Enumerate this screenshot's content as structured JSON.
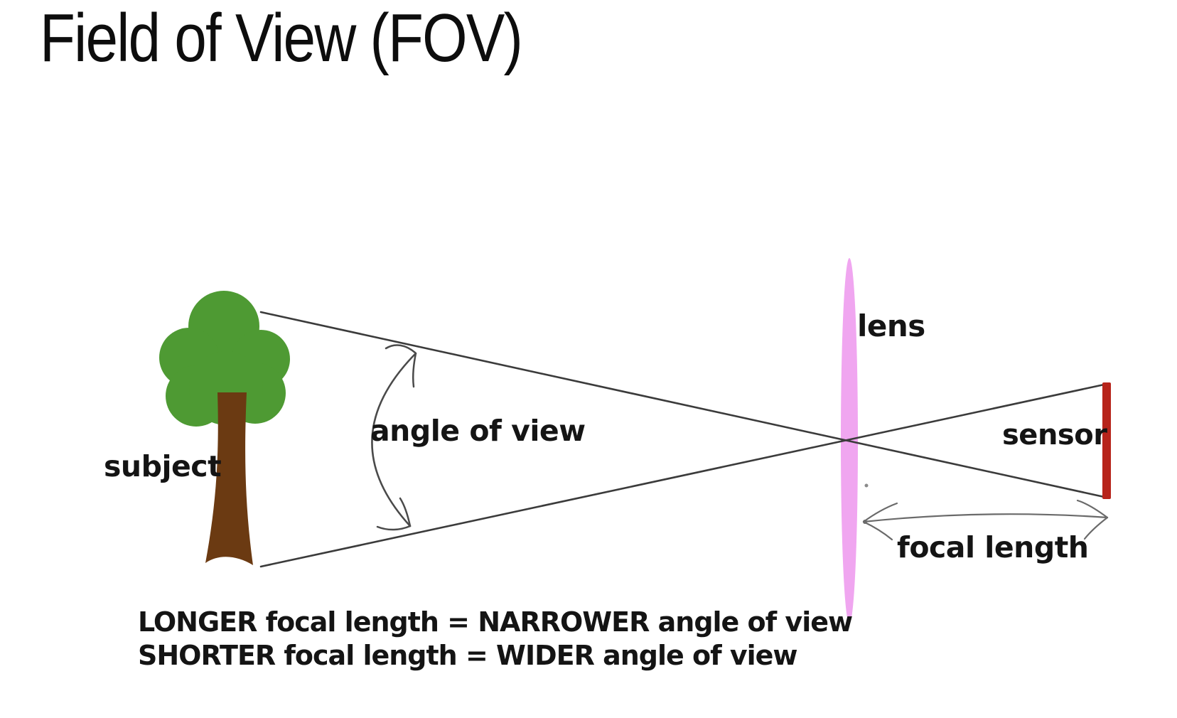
{
  "title": "Field of View (FOV)",
  "diagram": {
    "labels": {
      "subject": "subject",
      "angle_of_view": "angle of view",
      "lens": "lens",
      "sensor": "sensor",
      "focal_length": "focal length"
    },
    "captions": {
      "line1": "LONGER focal length = NARROWER angle of view",
      "line2": "SHORTER focal length = WIDER angle of view"
    },
    "colors": {
      "background": "#ffffff",
      "title_text": "#0d0d0d",
      "label_text": "#141414",
      "tree_foliage": "#4e9a33",
      "tree_trunk": "#6b3a12",
      "lens_fill": "#f0a6f0",
      "sensor_fill": "#b7241b",
      "ray_stroke": "#3b3b3b",
      "annotation_stroke": "#4a4a4a",
      "focal_arrow_stroke": "#6a6a6a"
    }
  }
}
